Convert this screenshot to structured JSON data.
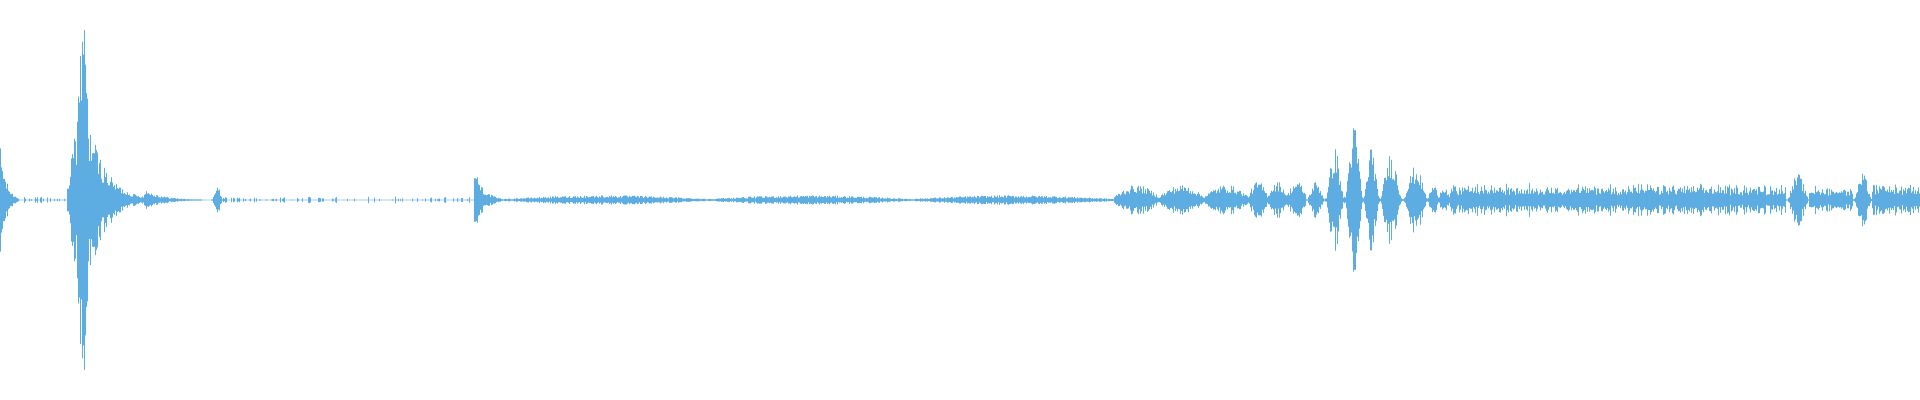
{
  "waveform": {
    "color": "#5dade2",
    "background": "#ffffff",
    "segments": [
      {
        "start": 0.0,
        "end": 0.01,
        "peak": 0.28,
        "shape": "decay",
        "density": "dense"
      },
      {
        "start": 0.01,
        "end": 0.035,
        "peak": 0.012,
        "shape": "flat",
        "density": "sparse"
      },
      {
        "start": 0.035,
        "end": 0.04,
        "peak": 0.4,
        "shape": "attack",
        "density": "dense"
      },
      {
        "start": 0.04,
        "end": 0.046,
        "peak": 0.9,
        "shape": "burst",
        "density": "dense"
      },
      {
        "start": 0.046,
        "end": 0.075,
        "peak": 0.45,
        "shape": "decay",
        "density": "dense"
      },
      {
        "start": 0.075,
        "end": 0.105,
        "peak": 0.06,
        "shape": "decay",
        "density": "dense"
      },
      {
        "start": 0.11,
        "end": 0.116,
        "peak": 0.07,
        "shape": "pulse",
        "density": "dense"
      },
      {
        "start": 0.116,
        "end": 0.245,
        "peak": 0.012,
        "shape": "flat",
        "density": "sparse"
      },
      {
        "start": 0.247,
        "end": 0.262,
        "peak": 0.18,
        "shape": "decay",
        "density": "dense"
      },
      {
        "start": 0.262,
        "end": 0.58,
        "peak": 0.025,
        "shape": "lumps",
        "density": "dense"
      },
      {
        "start": 0.58,
        "end": 0.65,
        "peak": 0.08,
        "shape": "lumps",
        "density": "dense"
      },
      {
        "start": 0.65,
        "end": 0.68,
        "peak": 0.1,
        "shape": "lumps",
        "density": "dense"
      },
      {
        "start": 0.68,
        "end": 0.69,
        "peak": 0.1,
        "shape": "pulse",
        "density": "dense"
      },
      {
        "start": 0.69,
        "end": 0.7,
        "peak": 0.28,
        "shape": "pulse",
        "density": "dense"
      },
      {
        "start": 0.7,
        "end": 0.71,
        "peak": 0.4,
        "shape": "pulse",
        "density": "dense"
      },
      {
        "start": 0.71,
        "end": 0.718,
        "peak": 0.3,
        "shape": "pulse",
        "density": "dense"
      },
      {
        "start": 0.718,
        "end": 0.73,
        "peak": 0.25,
        "shape": "pulse",
        "density": "dense"
      },
      {
        "start": 0.73,
        "end": 0.744,
        "peak": 0.18,
        "shape": "pulse",
        "density": "dense"
      },
      {
        "start": 0.744,
        "end": 0.76,
        "peak": 0.08,
        "shape": "lumps",
        "density": "dense"
      },
      {
        "start": 0.76,
        "end": 0.93,
        "peak": 0.09,
        "shape": "noise",
        "density": "dense"
      },
      {
        "start": 0.93,
        "end": 0.942,
        "peak": 0.14,
        "shape": "pulse",
        "density": "dense"
      },
      {
        "start": 0.942,
        "end": 0.965,
        "peak": 0.08,
        "shape": "noise",
        "density": "dense"
      },
      {
        "start": 0.965,
        "end": 0.975,
        "peak": 0.14,
        "shape": "pulse",
        "density": "dense"
      },
      {
        "start": 0.975,
        "end": 1.0,
        "peak": 0.09,
        "shape": "noise",
        "density": "dense"
      }
    ]
  }
}
